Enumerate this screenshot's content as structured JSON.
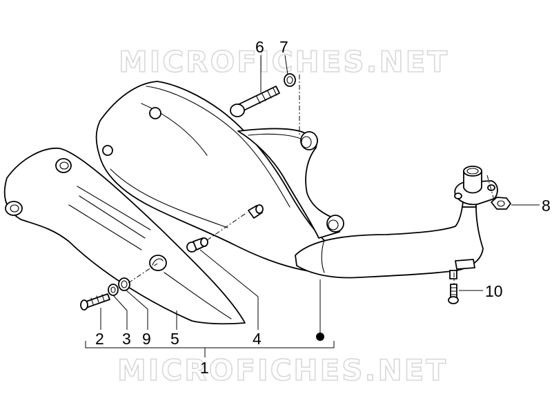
{
  "watermark": {
    "text": "MICROFICHES.NET",
    "color": "#d8d8d8"
  },
  "callouts": {
    "c1": "1",
    "c2": "2",
    "c3": "3",
    "c4": "4",
    "c5": "5",
    "c6": "6",
    "c7": "7",
    "c8": "8",
    "c9": "9",
    "c10": "10"
  },
  "colors": {
    "line": "#000000",
    "background": "#ffffff"
  }
}
